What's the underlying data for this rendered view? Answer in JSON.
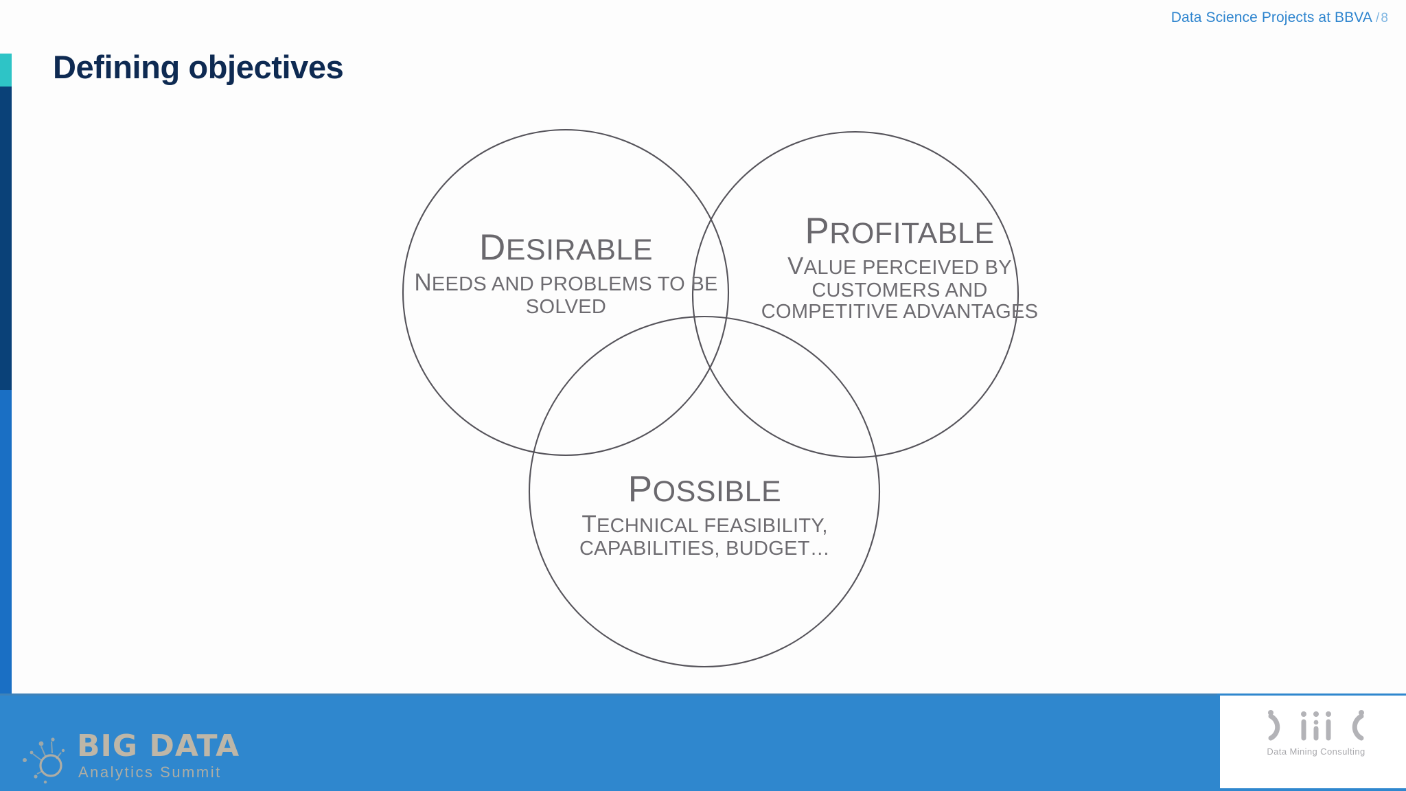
{
  "header": {
    "deck_title": "Data Science Projects at BBVA",
    "page_separator": "/",
    "page_number": "8"
  },
  "title": "Defining objectives",
  "diagram": {
    "type": "venn-3-circle",
    "circles": [
      {
        "id": "desirable",
        "heading_first": "D",
        "heading_rest": "ESIRABLE",
        "sub_first": "N",
        "sub_rest_line1": "EEDS AND PROBLEMS TO BE",
        "sub_line2": "SOLVED"
      },
      {
        "id": "profitable",
        "heading_first": "P",
        "heading_rest": "ROFITABLE",
        "sub_first": "V",
        "sub_rest_line1": "ALUE PERCEIVED BY",
        "sub_line2": "CUSTOMERS AND",
        "sub_line3": "COMPETITIVE ADVANTAGES"
      },
      {
        "id": "possible",
        "heading_first": "P",
        "heading_rest": "OSSIBLE",
        "sub_first": "T",
        "sub_rest_line1": "ECHNICAL FEASIBILITY,",
        "sub_line2": "CAPABILITIES, BUDGET…"
      }
    ]
  },
  "footer": {
    "event_logo_word": "BIG DATA",
    "event_logo_tagline": "Analytics Summit",
    "partner_logo_name": "DMC",
    "partner_logo_tagline": "Data Mining Consulting"
  },
  "colors": {
    "accent_teal": "#2ec4c6",
    "rail_navy": "#0a4178",
    "rail_blue": "#1a6fc4",
    "title_navy": "#0e2a52",
    "header_blue": "#2d84ce",
    "footer_blue": "#2f87ce",
    "diagram_stroke": "#55535a",
    "diagram_text": "#6d6b70"
  }
}
